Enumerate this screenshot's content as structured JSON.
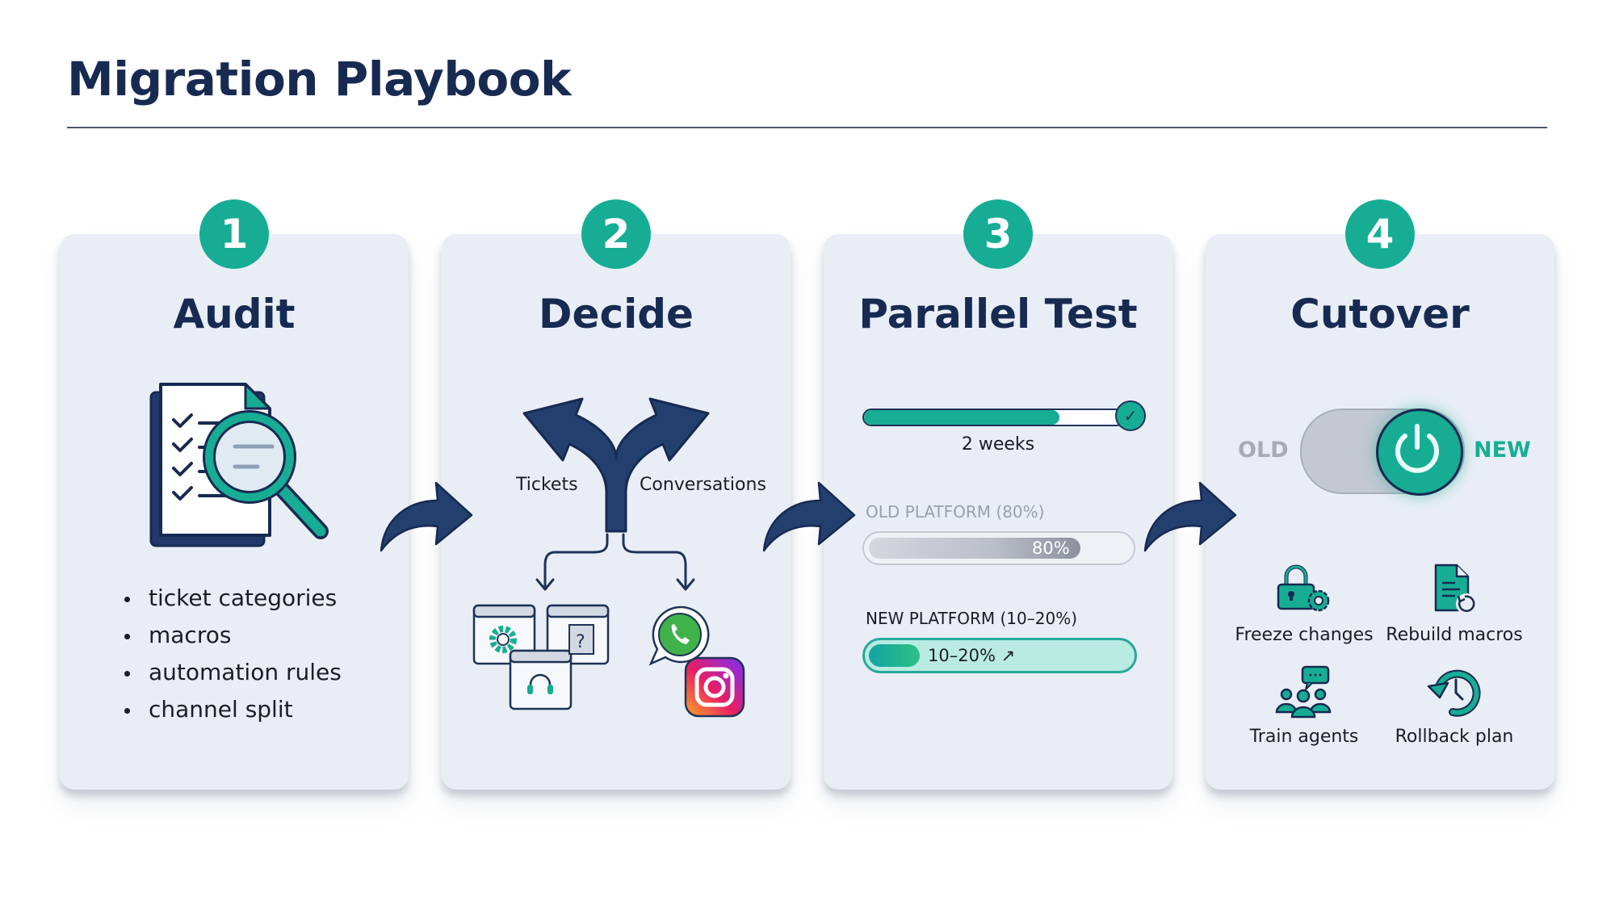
{
  "header": {
    "title": "Migration Playbook"
  },
  "colors": {
    "accent": "#17ad94",
    "navy": "#172a52",
    "card_bg": "#e9eef6",
    "muted": "#9aa0ab"
  },
  "steps": [
    {
      "number": "1",
      "title": "Audit",
      "icon": "document-magnifier-icon",
      "bullets": [
        "ticket categories",
        "macros",
        "automation rules",
        "channel split"
      ]
    },
    {
      "number": "2",
      "title": "Decide",
      "icon": "split-arrow-icon",
      "branches": {
        "left": "Tickets",
        "right": "Conversations"
      },
      "left_icons": [
        "settings-window-icon",
        "help-window-icon",
        "support-window-icon"
      ],
      "right_icons": [
        "whatsapp-icon",
        "instagram-icon"
      ]
    },
    {
      "number": "3",
      "title": "Parallel Test",
      "duration": {
        "label": "2 weeks",
        "progress_percent": 75
      },
      "old_platform": {
        "label": "OLD PLATFORM (80%)",
        "value_label": "80%",
        "percent": 80
      },
      "new_platform": {
        "label": "NEW PLATFORM (10–20%)",
        "value_label": "10–20% ↗",
        "percent": 15
      }
    },
    {
      "number": "4",
      "title": "Cutover",
      "toggle": {
        "off_label": "OLD",
        "on_label": "NEW",
        "state": "on"
      },
      "tasks": [
        {
          "label": "Freeze changes",
          "icon": "lock-gear-icon"
        },
        {
          "label": "Rebuild macros",
          "icon": "document-refresh-icon"
        },
        {
          "label": "Train agents",
          "icon": "team-chat-icon"
        },
        {
          "label": "Rollback plan",
          "icon": "history-icon"
        }
      ]
    }
  ]
}
